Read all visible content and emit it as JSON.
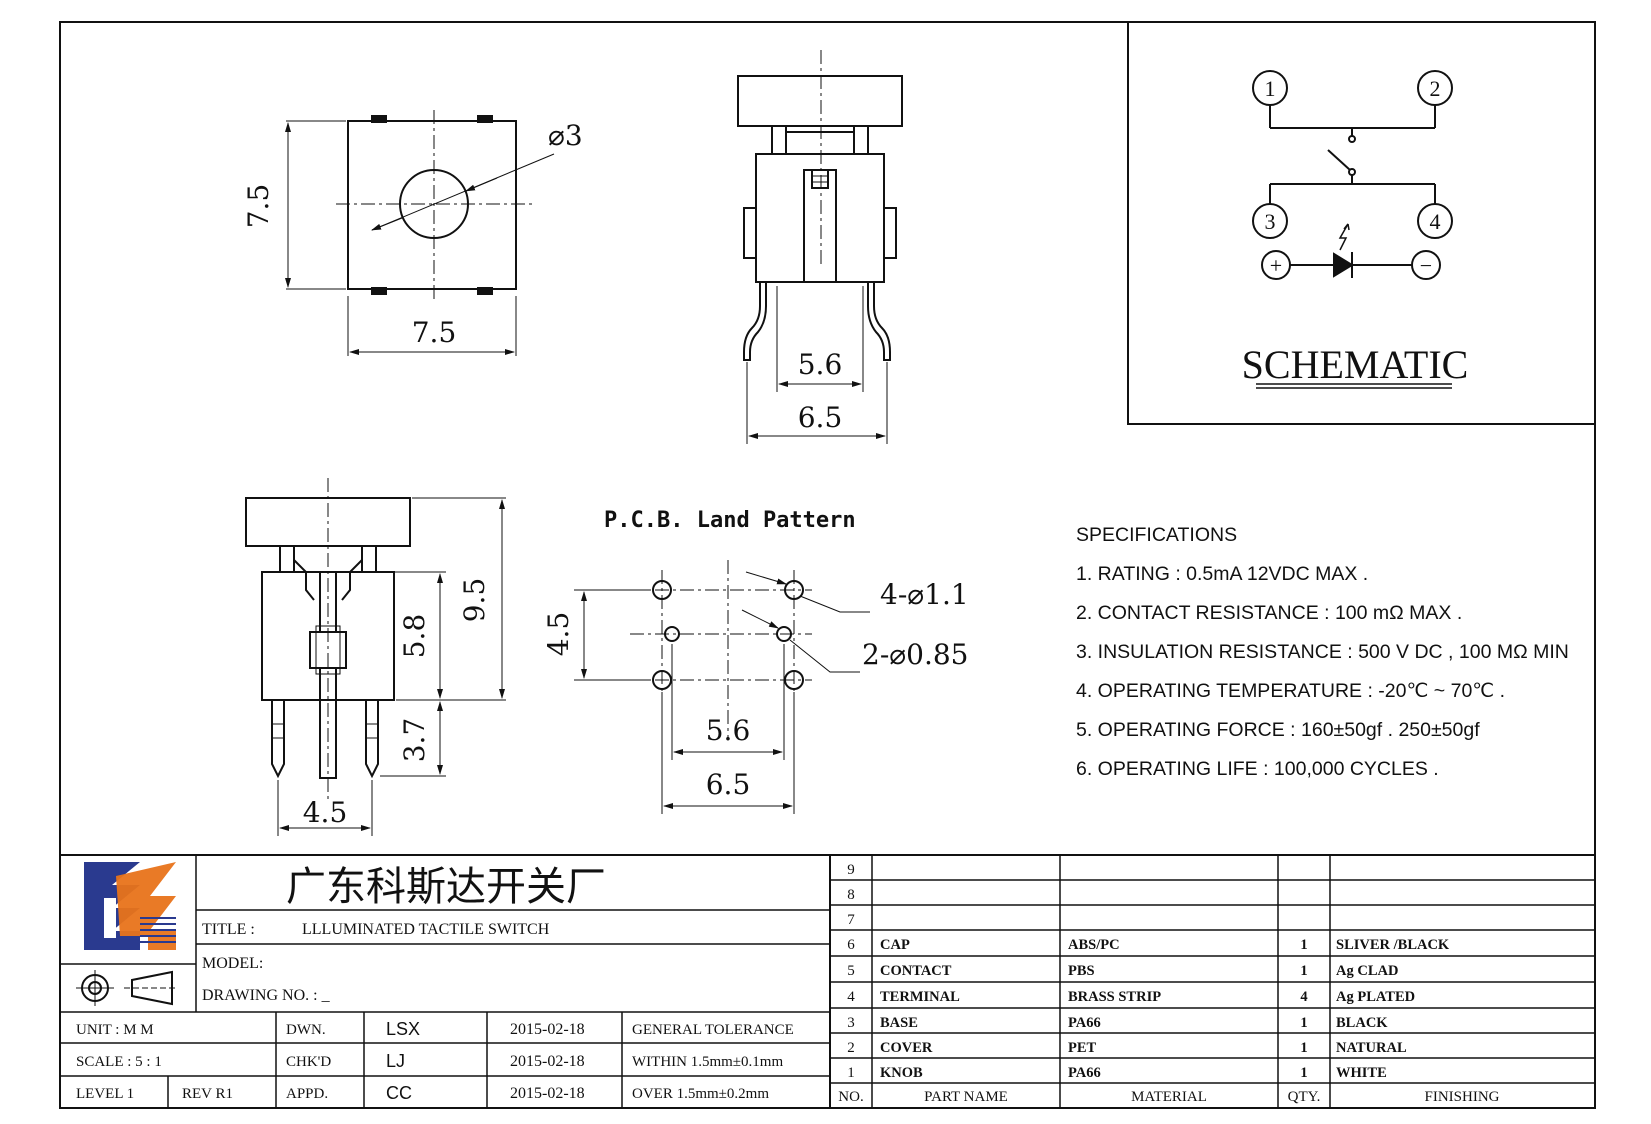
{
  "drawing": {
    "top_view": {
      "dims": {
        "height": "7.5",
        "width": "7.5",
        "diameter": "⌀3"
      }
    },
    "side_view": {
      "dims": {
        "inner": "5.6",
        "outer": "6.5"
      }
    },
    "front_view": {
      "dims": {
        "height_total": "9.5",
        "height_body": "5.8",
        "pin_length": "3.7",
        "pin_pitch": "4.5"
      }
    },
    "pcb": {
      "title": "P.C.B. Land Pattern",
      "dims": {
        "vertical": "4.5",
        "inner": "5.6",
        "outer": "6.5",
        "hole_large": "4-⌀1.1",
        "hole_small": "2-⌀0.85"
      }
    },
    "schematic": {
      "title": "SCHEMATIC",
      "pins": [
        "1",
        "2",
        "3",
        "4"
      ],
      "polarity": {
        "plus": "+",
        "minus": "−"
      }
    },
    "specifications": {
      "heading": "SPECIFICATIONS",
      "items": [
        "1. RATING : 0.5mA 12VDC MAX .",
        "2. CONTACT RESISTANCE : 100 mΩ MAX .",
        "3. INSULATION RESISTANCE : 500 V DC , 100 MΩ MIN",
        "4. OPERATING TEMPERATURE : -20℃ ~ 70℃ .",
        "5. OPERATING FORCE : 160±50gf . 250±50gf",
        "6. OPERATING LIFE : 100,000 CYCLES ."
      ]
    }
  },
  "title_block": {
    "company": "广东科斯达开关厂",
    "title_label": "TITLE :",
    "title_value": "LLLUMINATED TACTILE SWITCH",
    "model_label": "MODEL:",
    "drawing_no_label": "DRAWING NO. : _",
    "rows": [
      {
        "c1": "UNIT    :    M M",
        "c2": "DWN.",
        "c3": "LSX",
        "c4": "2015-02-18",
        "c5": "GENERAL TOLERANCE"
      },
      {
        "c1": "SCALE   :   5 : 1",
        "c2": "CHK'D",
        "c3": "LJ",
        "c4": "2015-02-18",
        "c5": "WITHIN 1.5mm±0.1mm"
      },
      {
        "c1": "LEVEL 1",
        "c1b": "REV  R1",
        "c2": "APPD.",
        "c3": "CC",
        "c4": "2015-02-18",
        "c5": "OVER   1.5mm±0.2mm"
      }
    ]
  },
  "bom": {
    "headers": {
      "no": "NO.",
      "part": "PART  NAME",
      "material": "MATERIAL",
      "qty": "QTY.",
      "finishing": "FINISHING"
    },
    "rows": [
      {
        "no": "9",
        "part": "",
        "material": "",
        "qty": "",
        "finishing": ""
      },
      {
        "no": "8",
        "part": "",
        "material": "",
        "qty": "",
        "finishing": ""
      },
      {
        "no": "7",
        "part": "",
        "material": "",
        "qty": "",
        "finishing": ""
      },
      {
        "no": "6",
        "part": "CAP",
        "material": "ABS/PC",
        "qty": "1",
        "finishing": "SLIVER /BLACK"
      },
      {
        "no": "5",
        "part": "CONTACT",
        "material": "PBS",
        "qty": "1",
        "finishing": "Ag CLAD"
      },
      {
        "no": "4",
        "part": "TERMINAL",
        "material": "BRASS STRIP",
        "qty": "4",
        "finishing": "Ag PLATED"
      },
      {
        "no": "3",
        "part": "BASE",
        "material": "PA66",
        "qty": "1",
        "finishing": "BLACK"
      },
      {
        "no": "2",
        "part": "COVER",
        "material": "PET",
        "qty": "1",
        "finishing": "NATURAL"
      },
      {
        "no": "1",
        "part": "KNOB",
        "material": "PA66",
        "qty": "1",
        "finishing": "WHITE"
      }
    ]
  },
  "colors": {
    "logo_blue": "#2a3a8f",
    "logo_orange": "#e8731a",
    "line": "#111111"
  }
}
